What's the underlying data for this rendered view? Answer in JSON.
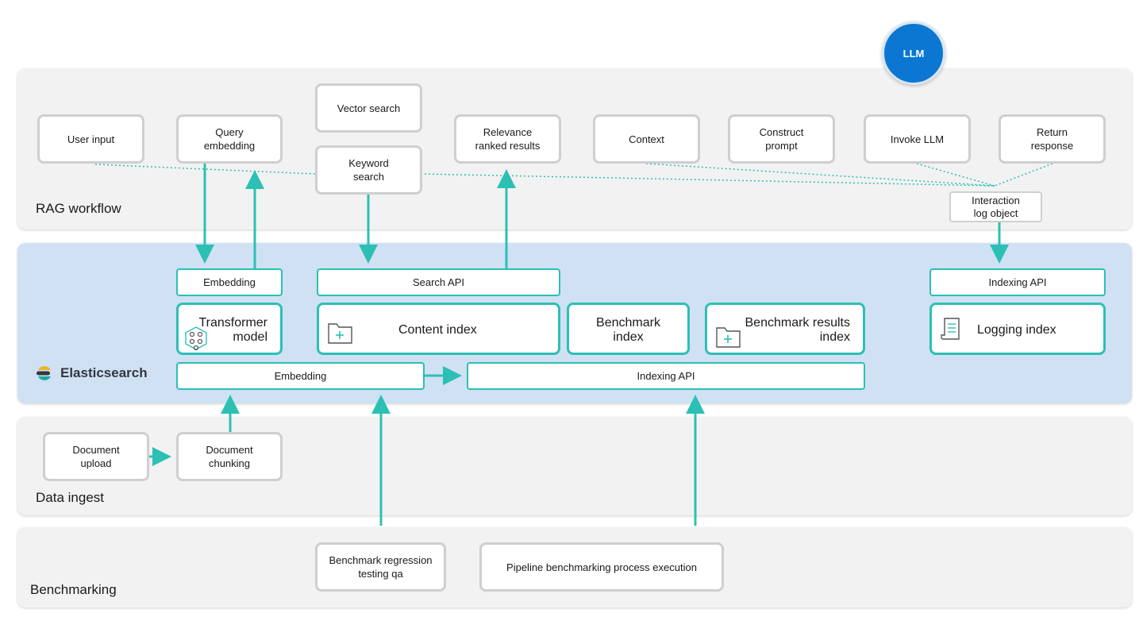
{
  "bands": {
    "rag": "RAG workflow",
    "elasticsearch": "Elasticsearch",
    "ingest": "Data ingest",
    "benchmarking": "Benchmarking"
  },
  "llm": "LLM",
  "rag_boxes": {
    "user_input": "User input",
    "query_embedding": "Query\nembedding",
    "vector_search": "Vector search",
    "keyword_search": "Keyword\nsearch",
    "relevance": "Relevance\nranked results",
    "context": "Context",
    "construct_prompt": "Construct\nprompt",
    "invoke_llm": "Invoke LLM",
    "return_response": "Return\nresponse",
    "interaction_log": "Interaction\nlog object"
  },
  "es": {
    "embedding_api": "Embedding",
    "search_api": "Search API",
    "indexing_api_top": "Indexing API",
    "transformer_model": "Transformer\nmodel",
    "content_index": "Content index",
    "benchmark_index": "Benchmark\nindex",
    "benchmark_results_index": "Benchmark results\nindex",
    "logging_index": "Logging index",
    "embedding_bottom": "Embedding",
    "indexing_api_bottom": "Indexing API"
  },
  "ingest": {
    "document_upload": "Document\nupload",
    "document_chunking": "Document\nchunking"
  },
  "bench": {
    "regression": "Benchmark regression\ntesting qa",
    "pipeline": "Pipeline benchmarking process execution"
  },
  "colors": {
    "teal": "#2cc0b5",
    "llm_blue": "#0b77d2",
    "es_band": "#cfe1f3",
    "gray_band": "#f2f2f2"
  }
}
